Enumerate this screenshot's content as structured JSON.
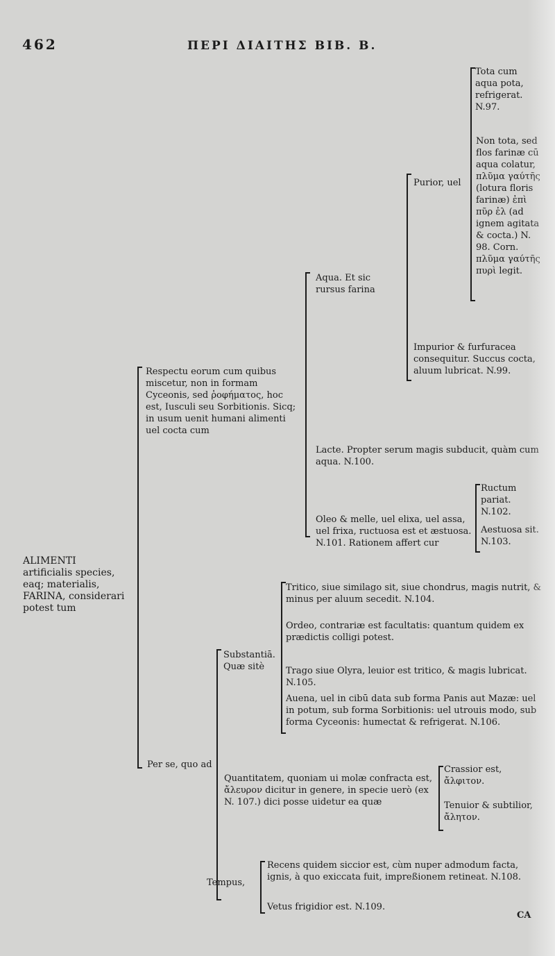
{
  "header": {
    "page_number": "462",
    "running_title": "ΠΕΡΙ ΔΙΑΙΤΗΣ ΒΙΒ. Β."
  },
  "root": "ALIMENTI artificialis species, eaq; materialis, FARINA, considerari potest tum",
  "respectu": "Respectu eorum cum quibus miscetur, non in formam Cyceonis, sed ῥοφήματος, hoc est, Iusculi seu Sorbitionis. Sicq; in usum uenit humani alimenti uel cocta cum",
  "aqua": "Aqua. Et sic rursus farina",
  "purior": "Purior, uel",
  "tota": "Tota cum aqua pota, refrigerat. N.97.",
  "non_tota": "Non tota, sed flos farinæ cū aqua colatur, πλῦμα γαύτῆς (lotura floris farinæ) ἐπὶ πῦρ ἐλ (ad ignem agitata & cocta.) N. 98. Corn. πλῦμα γαύτῆς πυρὶ legit.",
  "impurior": "Impurior & furfuracea consequitur. Succus cocta, aluum lubricat. N.99.",
  "lacte": "Lacte. Propter serum magis subducit, quàm cum aqua. N.100.",
  "oleo": "Oleo & melle, uel elixa, uel assa, uel frixa, ructuosa est et æstuosa. N.101. Rationem affert cur",
  "ructum": "Ructum pariat. N.102.",
  "aestuosa": "Aestuosa sit. N.103.",
  "per_se": "Per se, quo ad",
  "substantia": "Substantiā. Quæ sitè",
  "tritico": "Tritico, siue similago sit, siue chondrus, magis nutrit, & minus per aluum secedit. N.104.",
  "ordeo": "Ordeo, contrariæ est facultatis: quantum quidem ex prædictis colligi potest.",
  "trago": "Trago siue Olyra, leuior est tritico, & magis lubricat. N.105.",
  "auena": "Auena, uel in cibū data sub forma Panis aut Mazæ: uel in potum, sub forma Sorbitionis: uel utrouis modo, sub forma Cyceonis: humectat & refrigerat. N.106.",
  "quantitatem": "Quantitatem, quoniam ui molæ confracta est, ἄλευρον dicitur in genere, in specie uerò (ex N. 107.) dici posse uidetur ea quæ",
  "crassior": "Crassior est, ἄλφιτον.",
  "tenuior": "Tenuior & subtilior, ἄλητον.",
  "tempus": "Tempus,",
  "recens": "Recens quidem siccior est, cùm nuper admodum facta, ignis, à quo exiccata fuit, impreßionem retineat. N.108.",
  "vetus": "Vetus frigidior est. N.109.",
  "catchword": "CA"
}
